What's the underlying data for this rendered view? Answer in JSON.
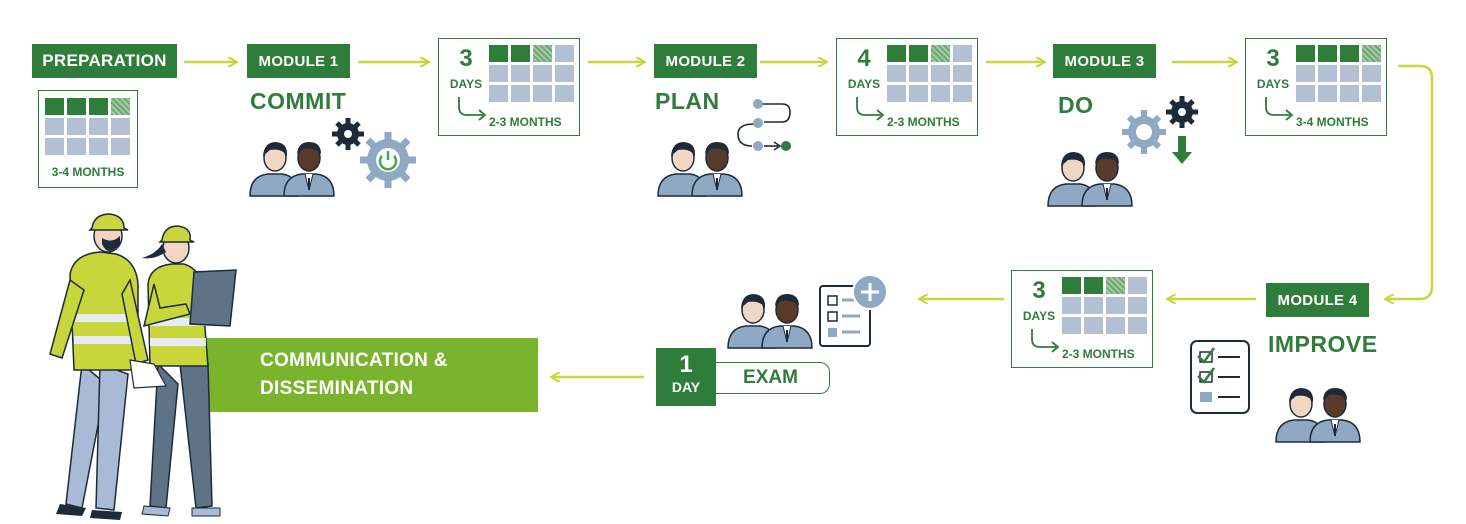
{
  "steps": {
    "preparation": {
      "label": "PREPARATION",
      "duration": "3-4 MONTHS"
    },
    "module1": {
      "label": "MODULE 1",
      "title": "COMMIT",
      "days": "3",
      "unit": "DAYS",
      "months": "2-3 MONTHS"
    },
    "module2": {
      "label": "MODULE 2",
      "title": "PLAN",
      "days": "4",
      "unit": "DAYS",
      "months": "2-3 MONTHS"
    },
    "module3": {
      "label": "MODULE 3",
      "title": "DO",
      "days": "3",
      "unit": "DAYS",
      "months": "3-4 MONTHS"
    },
    "module4": {
      "label": "MODULE 4",
      "title": "IMPROVE",
      "days": "3",
      "unit": "DAYS",
      "months": "2-3 MONTHS"
    },
    "exam": {
      "days": "1",
      "unit": "DAY",
      "label": "EXAM"
    },
    "communication": {
      "line1": "COMMUNICATION &",
      "line2": "DISSEMINATION"
    }
  },
  "icons": {
    "calendar": "calendar-grid-icon",
    "people": "two-people-icon",
    "gears": "gears-icon",
    "flow": "flow-steps-icon",
    "checklist": "checklist-icon",
    "workers": "construction-workers-illustration"
  },
  "colors": {
    "dark_green": "#2f7d3a",
    "light_green": "#7ab32c",
    "arrow": "#c7d63a",
    "grid_cell": "#b3bfd3",
    "icon_blue": "#8fa8c4",
    "navy": "#1e2a3a"
  }
}
